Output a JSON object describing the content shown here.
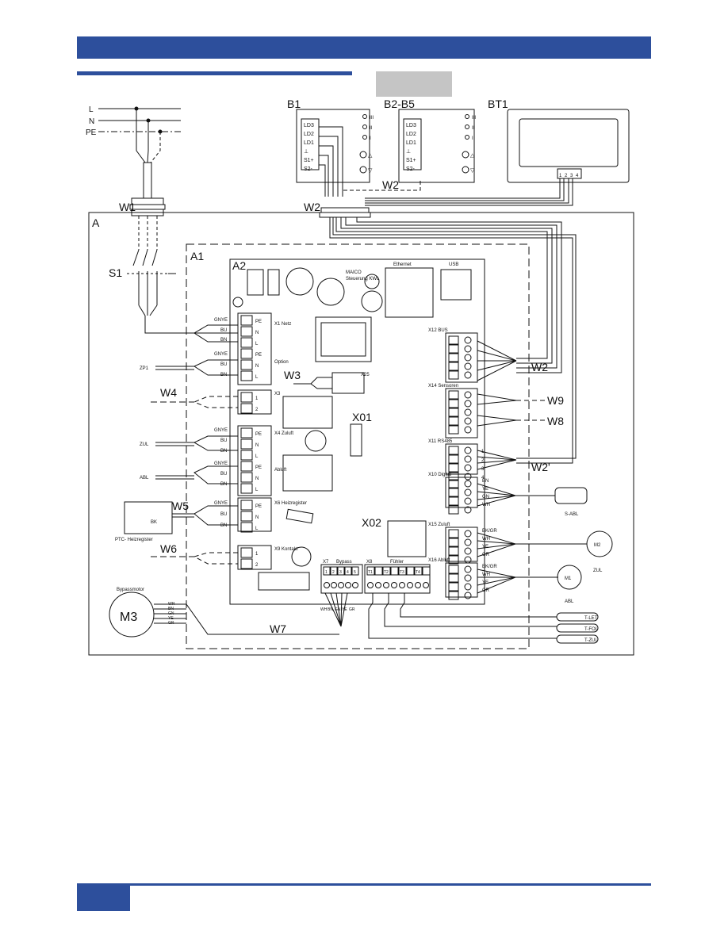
{
  "colors": {
    "brand": "#2d4f9c",
    "grey_box": "#c5c5c5",
    "line": "#111111"
  },
  "supply": {
    "l": "L",
    "n": "N",
    "pe": "PE"
  },
  "modules": {
    "b1": "B1",
    "b2b5": "B2-B5",
    "bt1": "BT1",
    "b_terms": [
      "LD3",
      "LD2",
      "LD1",
      "⊥",
      "S1+",
      "S2-"
    ],
    "b_leds": [
      "III",
      "II",
      "I"
    ],
    "bt1_terms": [
      "1",
      "2",
      "3",
      "4"
    ]
  },
  "wires": {
    "w1": "W1",
    "w2": "W2",
    "w2_mid": "W2",
    "w2_right": "W2",
    "w2_prime": "W2'",
    "w3": "W3",
    "w4": "W4",
    "w5": "W5",
    "w6": "W6",
    "w7": "W7",
    "w8": "W8",
    "w9": "W9"
  },
  "units": {
    "a": "A",
    "a1": "A1",
    "a2": "A2",
    "s1": "S1",
    "x01": "X01",
    "x02": "X02"
  },
  "board": {
    "ethernet": "Ethernet",
    "usb": "USB",
    "maico": "MAICO",
    "steuerung": "Steuerung KWL",
    "x1": "X1 Netz",
    "x2": "Option",
    "x3": "X3",
    "x4": "X4 Zuluft",
    "x5": "Abluft",
    "x6": "X6 Heizregister",
    "x9": "X9 Kontakt",
    "x25": "X25",
    "x7": "X7",
    "bypass": "Bypass",
    "x8": "X8",
    "fuehler": "Fühler",
    "x12": "X12 BUS",
    "x14": "X14 Sensoren",
    "x11": "X11 RS485",
    "x10": "X10 Digital",
    "x15": "X15 Zuluft",
    "x16": "X16 Abluft"
  },
  "term_labels": {
    "net": [
      "PE",
      "N",
      "L"
    ],
    "two": [
      "1",
      "2"
    ],
    "x7": [
      "1",
      "2",
      "3",
      "4",
      "5"
    ],
    "x8": [
      "T1",
      "",
      "T2",
      "",
      "T3",
      "",
      "T4",
      ""
    ],
    "rs485": [
      "1",
      "2",
      "3",
      "4"
    ],
    "fan_colors": [
      "BK/GR",
      "WH",
      "YE",
      "GR"
    ],
    "digital_colors": [
      "BN",
      "YE",
      "GN",
      "WH"
    ],
    "motor_colors": [
      "WH",
      "BN",
      "GN",
      "YE",
      "GR"
    ]
  },
  "wire_colors": {
    "gnye": "GNYE",
    "bu": "BU",
    "bn": "BN",
    "bk": "BK"
  },
  "loads": {
    "zp1": "ZP1",
    "zul": "ZUL",
    "abl": "ABL",
    "ptc": "PTC- Heizregister",
    "bypassmotor": "Bypassmotor",
    "m3": "M3",
    "m2": "M2",
    "m1": "M1",
    "zul_m": "ZUL",
    "abl_m": "ABL",
    "s_abl": "S-ABL",
    "t_let": "T-LET",
    "t_fol": "T-FOL",
    "t_zul": "T-ZUL"
  }
}
